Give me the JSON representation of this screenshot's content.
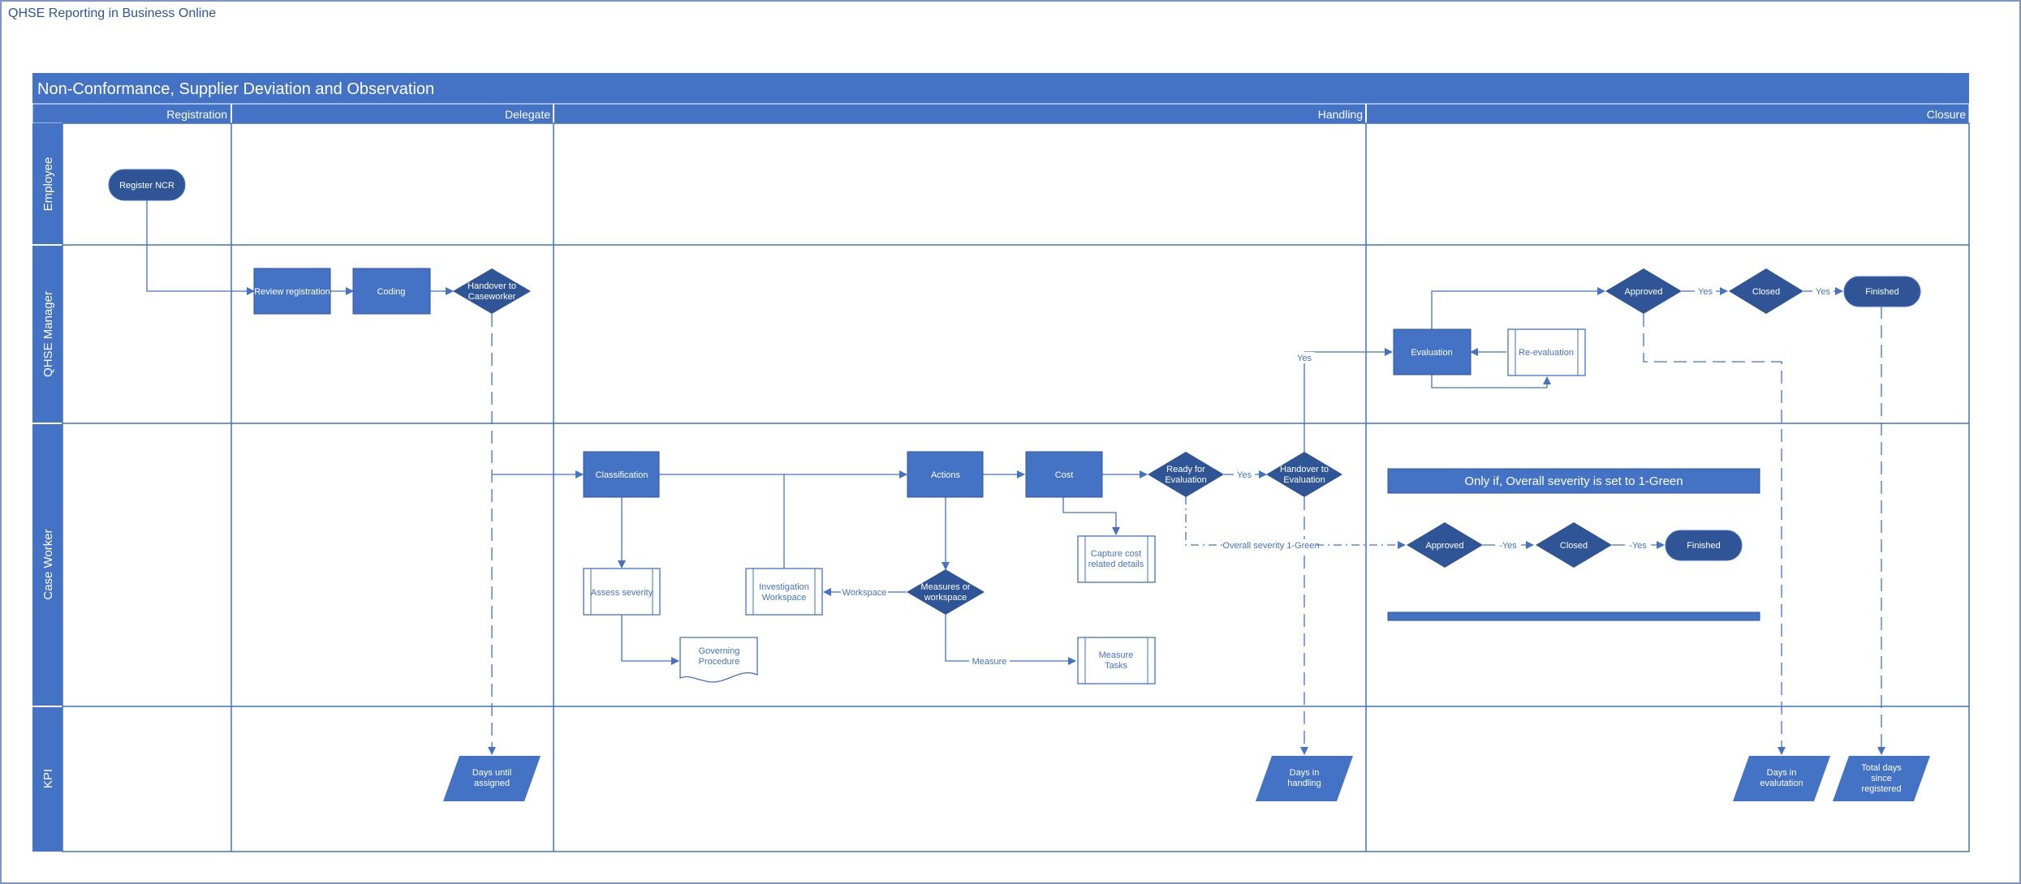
{
  "page_title": "QHSE Reporting in Business Online",
  "diagram": {
    "title": "Non-Conformance, Supplier Deviation and Observation",
    "phases": [
      "Registration",
      "Delegate",
      "Handling",
      "Closure"
    ],
    "lanes": [
      "Employee",
      "QHSE Manager",
      "Case Worker",
      "KPI"
    ]
  },
  "colors": {
    "primary": "#4472c4",
    "dark": "#2f5597",
    "line": "#4472c4",
    "frame": "#7f96c4"
  },
  "nodes": {
    "register_ncr": "Register NCR",
    "review_registration": "Review registration",
    "coding": "Coding",
    "handover_caseworker": [
      "Handover to",
      "Caseworker"
    ],
    "classification": "Classification",
    "actions": "Actions",
    "cost": "Cost",
    "ready_for_evaluation": [
      "Ready for",
      "Evaluation"
    ],
    "handover_evaluation": [
      "Handover to",
      "Evaluation"
    ],
    "assess_severity": "Assess severity",
    "investigation_workspace": [
      "Investigation",
      "Workspace"
    ],
    "measures_or_workspace": [
      "Measures or",
      "workspace"
    ],
    "capture_cost": [
      "Capture cost",
      "related details"
    ],
    "governing_procedure": [
      "Governing",
      "Procedure"
    ],
    "measure_tasks": [
      "Measure",
      "Tasks"
    ],
    "evaluation": "Evaluation",
    "re_evaluation": "Re-evaluation",
    "approved_manager": "Approved",
    "closed_manager": "Closed",
    "finished_manager": "Finished",
    "green_note": "Only if, Overall severity is set to 1-Green",
    "approved_green": "Approved",
    "closed_green": "Closed",
    "finished_green": "Finished",
    "kpi_days_until_assigned": [
      "Days until",
      "assigned"
    ],
    "kpi_days_in_handling": [
      "Days in",
      "handling"
    ],
    "kpi_days_in_evaluation": [
      "Days in",
      "evalutation"
    ],
    "kpi_total_days": [
      "Total days",
      "since",
      "registered"
    ]
  },
  "edge_labels": {
    "yes_ready": "Yes",
    "yes_handover": "Yes",
    "workspace": "Workspace",
    "measure": "Measure",
    "yes_approved": "Yes",
    "yes_closed": "Yes",
    "overall_severity": "Overall severity 1-Green",
    "yes_green_approved": "-Yes",
    "yes_green_closed": "-Yes"
  }
}
